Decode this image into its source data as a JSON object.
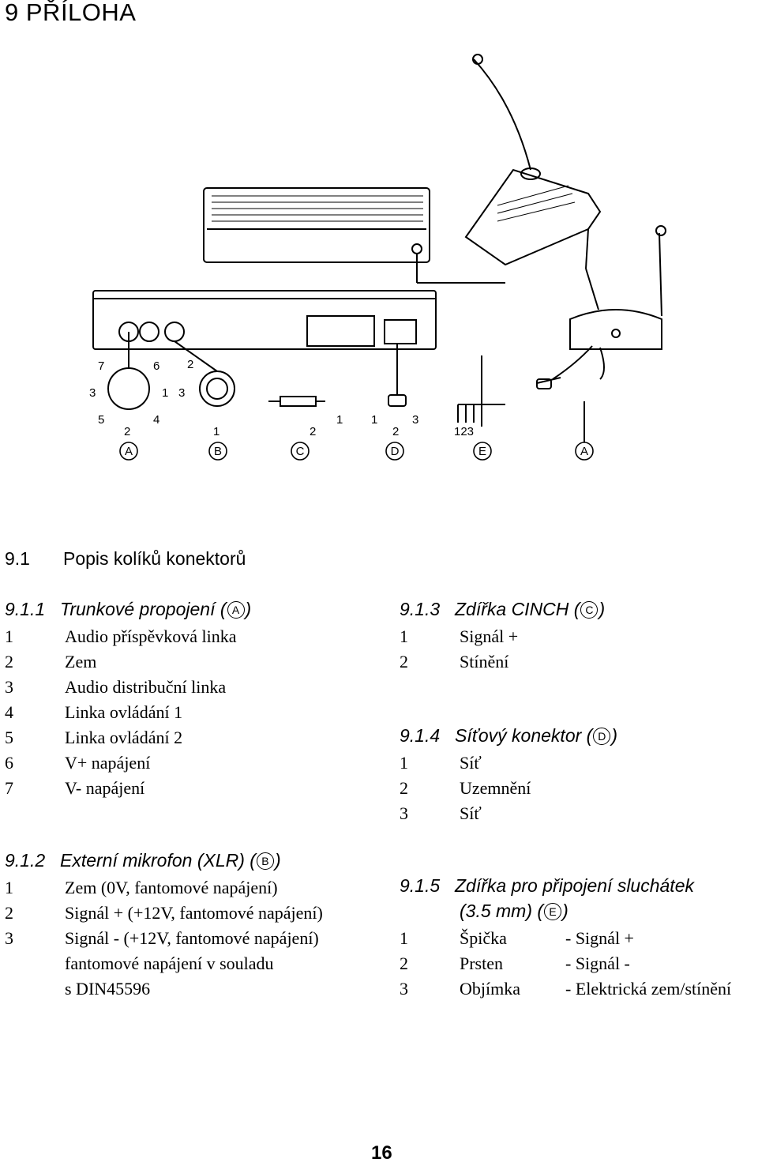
{
  "chapter": {
    "number": "9",
    "title": "PŘÍLOHA"
  },
  "figure": {
    "labels": [
      "A",
      "B",
      "C",
      "D",
      "E",
      "A"
    ],
    "pins_a": [
      "7",
      "6",
      "3",
      "1",
      "5",
      "4",
      "2"
    ],
    "pins_b": [
      "2",
      "3",
      "1"
    ],
    "pins_c": [
      "2",
      "1"
    ],
    "pins_d": [
      "1",
      "2",
      "3"
    ],
    "pins_e": "123"
  },
  "section_91": {
    "number": "9.1",
    "title": "Popis kolíků konektorů"
  },
  "sec_911": {
    "number": "9.1.1",
    "title": "Trunkové propojení (",
    "circle": "A",
    "close": ")",
    "items": [
      {
        "n": "1",
        "t": "Audio příspěvková linka"
      },
      {
        "n": "2",
        "t": "Zem"
      },
      {
        "n": "3",
        "t": "Audio distribuční linka"
      },
      {
        "n": "4",
        "t": "Linka ovládání 1"
      },
      {
        "n": "5",
        "t": "Linka ovládání 2"
      },
      {
        "n": "6",
        "t": "V+ napájení"
      },
      {
        "n": "7",
        "t": "V- napájení"
      }
    ]
  },
  "sec_912": {
    "number": "9.1.2",
    "title": "Externí mikrofon (XLR) (",
    "circle": "B",
    "close": ")",
    "items": [
      {
        "n": "1",
        "t": "Zem (0V, fantomové napájení)"
      },
      {
        "n": "2",
        "t": "Signál + (+12V, fantomové napájení)"
      },
      {
        "n": "3",
        "t": "Signál - (+12V, fantomové napájení)"
      },
      {
        "n": "",
        "t": "fantomové napájení v souladu"
      },
      {
        "n": "",
        "t": "s DIN45596"
      }
    ]
  },
  "sec_913": {
    "number": "9.1.3",
    "title": "Zdířka CINCH (",
    "circle": "C",
    "close": ")",
    "items": [
      {
        "n": "1",
        "t": "Signál +"
      },
      {
        "n": "2",
        "t": "Stínění"
      }
    ]
  },
  "sec_914": {
    "number": "9.1.4",
    "title": "Síťový konektor (",
    "circle": "D",
    "close": ")",
    "items": [
      {
        "n": "1",
        "t": "Síť"
      },
      {
        "n": "2",
        "t": "Uzemnění"
      },
      {
        "n": "3",
        "t": "Síť"
      }
    ]
  },
  "sec_915": {
    "number": "9.1.5",
    "title": "Zdířka pro připojení sluchátek",
    "title2": "(3.5 mm) (",
    "circle": "E",
    "close": ")",
    "items": [
      {
        "n": "1",
        "t": "Špička",
        "d": "- Signál +"
      },
      {
        "n": "2",
        "t": "Prsten",
        "d": "- Signál -"
      },
      {
        "n": "3",
        "t": "Objímka",
        "d": "- Elektrická zem/stínění"
      }
    ]
  },
  "page_number": "16"
}
